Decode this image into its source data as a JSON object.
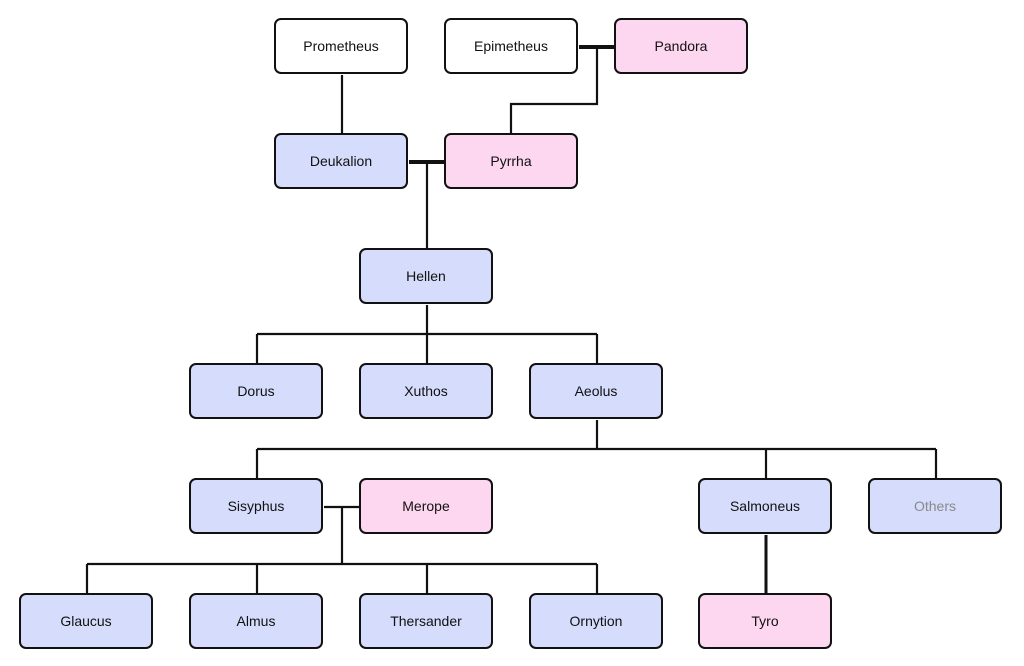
{
  "tree": {
    "colors": {
      "plain": "#ffffff",
      "male": "#d6dcfc",
      "female": "#fdd6ef",
      "border": "#111111",
      "muted_text": "#8a8a8a"
    },
    "people": {
      "prometheus": "Prometheus",
      "epimetheus": "Epimetheus",
      "pandora": "Pandora",
      "deukalion": "Deukalion",
      "pyrrha": "Pyrrha",
      "hellen": "Hellen",
      "dorus": "Dorus",
      "xuthos": "Xuthos",
      "aeolus": "Aeolus",
      "sisyphus": "Sisyphus",
      "merope": "Merope",
      "salmoneus": "Salmoneus",
      "others": "Others",
      "glaucus": "Glaucus",
      "almus": "Almus",
      "thersander": "Thersander",
      "ornytion": "Ornytion",
      "tyro": "Tyro"
    }
  }
}
